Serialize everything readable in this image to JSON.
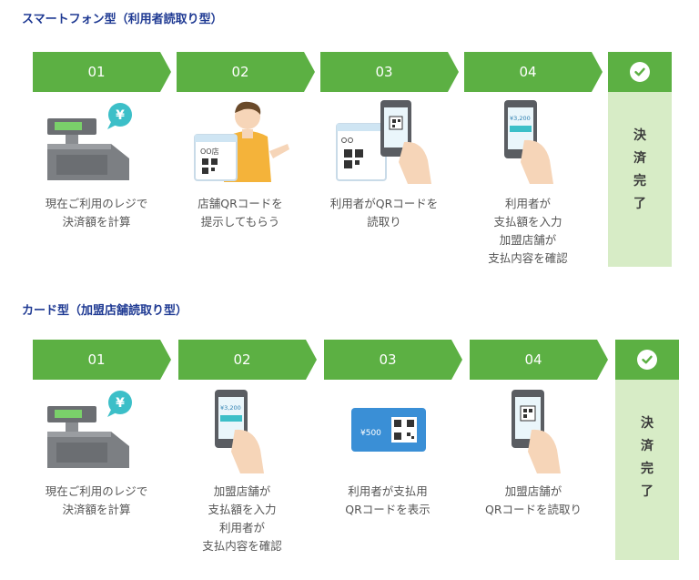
{
  "sections": [
    {
      "title": "スマートフォン型（利用者読取り型）",
      "steps": [
        {
          "number": "01",
          "text": "現在ご利用のレジで\n決済額を計算"
        },
        {
          "number": "02",
          "text": "店舗QRコードを\n提示してもらう"
        },
        {
          "number": "03",
          "text": "利用者がQRコードを\n読取り"
        },
        {
          "number": "04",
          "text": "利用者が\n支払額を入力\n加盟店舗が\n支払内容を確認"
        }
      ],
      "final": [
        "決",
        "済",
        "完",
        "了"
      ]
    },
    {
      "title": "カード型（加盟店舗読取り型）",
      "steps": [
        {
          "number": "01",
          "text": "現在ご利用のレジで\n決済額を計算"
        },
        {
          "number": "02",
          "text": "加盟店舗が\n支払額を入力\n利用者が\n支払内容を確認"
        },
        {
          "number": "03",
          "text": "利用者が支払用\nQRコードを表示"
        },
        {
          "number": "04",
          "text": "加盟店舗が\nQRコードを読取り"
        }
      ],
      "final": [
        "決",
        "済",
        "完",
        "了"
      ]
    }
  ],
  "illustration_labels": {
    "yen": "¥",
    "amount": "¥3,200",
    "card_amount": "¥500",
    "shop_tag": "OO店"
  },
  "icons": {
    "register": "cash-register-icon",
    "phone": "smartphone-icon",
    "clerk": "shop-clerk-icon",
    "card": "qr-card-icon",
    "check": "check-circle-icon"
  },
  "colors": {
    "step_green": "#5cb043",
    "final_bg": "#d7ecc6",
    "title_blue": "#1f3a93"
  }
}
